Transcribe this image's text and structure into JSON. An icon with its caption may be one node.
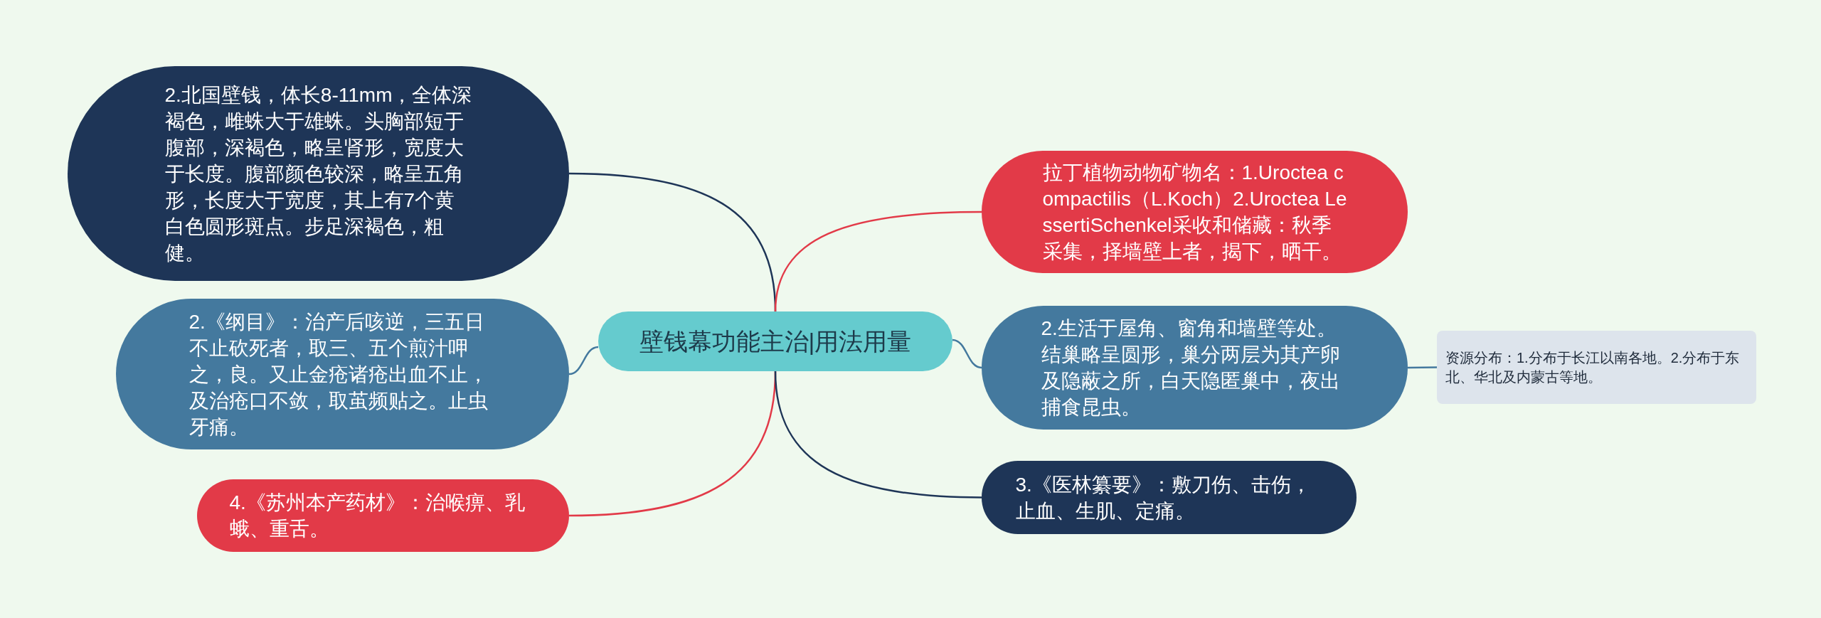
{
  "diagram": {
    "nodes": [
      {
        "text": [
          "壁钱幕功能主治|用法用量"
        ]
      },
      {
        "text": [
          "2.北国壁钱，体长8-11mm，全体深褐色，雌蛛大于雄蛛。头胸部短于腹部，深褐色，略呈肾形，宽度大于长度。腹部颜色较深，略呈五角形，长度大于宽度，其上有7个黄白色圆形斑点。步足深褐色，粗健。"
        ]
      },
      {
        "text": [
          "2.《纲目》：治产后咳逆，三五日不止砍死者，取三、五个煎汁呷之，良。又止金疮诸疮出血不止，及治疮口不敛，取茧频贴之。止虫牙痛。"
        ]
      },
      {
        "text": [
          "4.《苏州本产药材》：治喉痹、乳蛾、重舌。"
        ]
      },
      {
        "text": [
          "拉丁植物动物矿物名：1.Uroctea compactilis（L.Koch）2.Uroctea LessertiSchenkel采收和储藏：秋季采集，择墙壁上者，揭下，晒干。"
        ]
      },
      {
        "text": [
          "2.生活于屋角、窗角和墙壁等处。结巢略呈圆形，巢分两层为其产卵及隐蔽之所，白天隐匿巢中，夜出捕食昆虫。"
        ]
      },
      {
        "text": [
          "3.《医林纂要》：敷刀伤、击伤，止血、生肌、定痛。"
        ]
      },
      {
        "text": [
          "资源分布：1.分布于长江以南各地。2.分布于东北、华北及内蒙古等地。"
        ]
      }
    ],
    "edges": [
      {
        "from": 0,
        "to": 1,
        "arrow": "none",
        "color": "#1e3557"
      },
      {
        "from": 0,
        "to": 2,
        "arrow": "none"
      },
      {
        "from": 0,
        "to": 3,
        "arrow": "none",
        "color": "#e23a48"
      },
      {
        "from": 0,
        "to": 4,
        "arrow": "none",
        "color": "#e23a48"
      },
      {
        "from": 0,
        "to": 5,
        "arrow": "none"
      },
      {
        "from": 0,
        "to": 6,
        "arrow": "none",
        "color": "#1e3557"
      },
      {
        "from": 5,
        "to": 7,
        "arrow": "none"
      }
    ]
  }
}
